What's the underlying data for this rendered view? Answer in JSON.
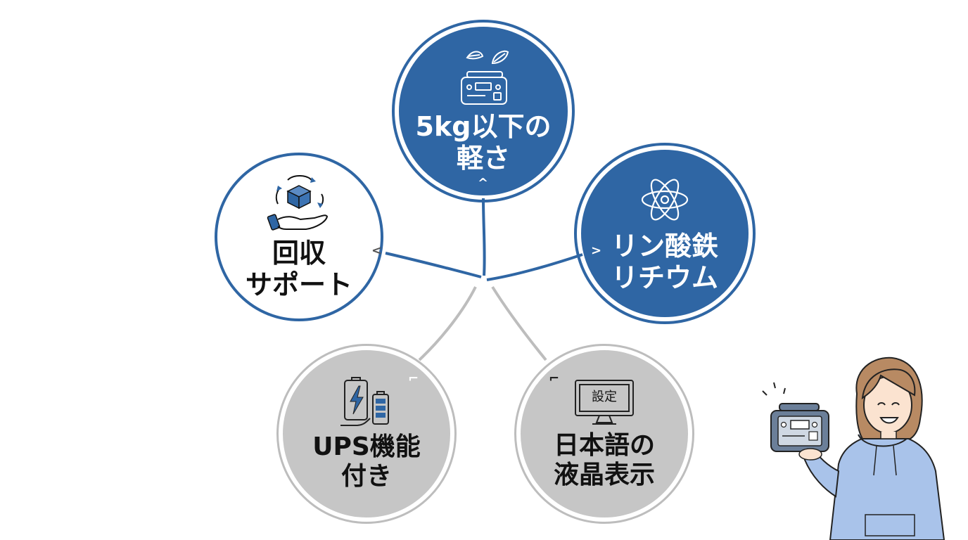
{
  "diagram": {
    "nodes": [
      {
        "id": "light",
        "lines": [
          "5kg以下の",
          "軽さ"
        ],
        "style": "blue",
        "icon": "portable-power-station-feather-icon"
      },
      {
        "id": "lfp",
        "lines": [
          "リン酸鉄",
          "リチウム"
        ],
        "style": "blue",
        "icon": "atom-icon"
      },
      {
        "id": "recycle",
        "lines": [
          "回収",
          "サポート"
        ],
        "style": "white",
        "icon": "hand-box-recycle-icon"
      },
      {
        "id": "ups",
        "lines": [
          "UPS機能",
          "付き"
        ],
        "style": "gray",
        "icon": "battery-charge-icon"
      },
      {
        "id": "jp",
        "lines": [
          "日本語の",
          "液晶表示"
        ],
        "style": "gray",
        "icon": "monitor-settings-icon"
      }
    ],
    "monitor_text": "設定"
  },
  "colors": {
    "blue": "#2f66a4",
    "gray": "#c6c6c6",
    "gray_line": "#bdbdbd",
    "hoodie": "#a9c3ea"
  }
}
